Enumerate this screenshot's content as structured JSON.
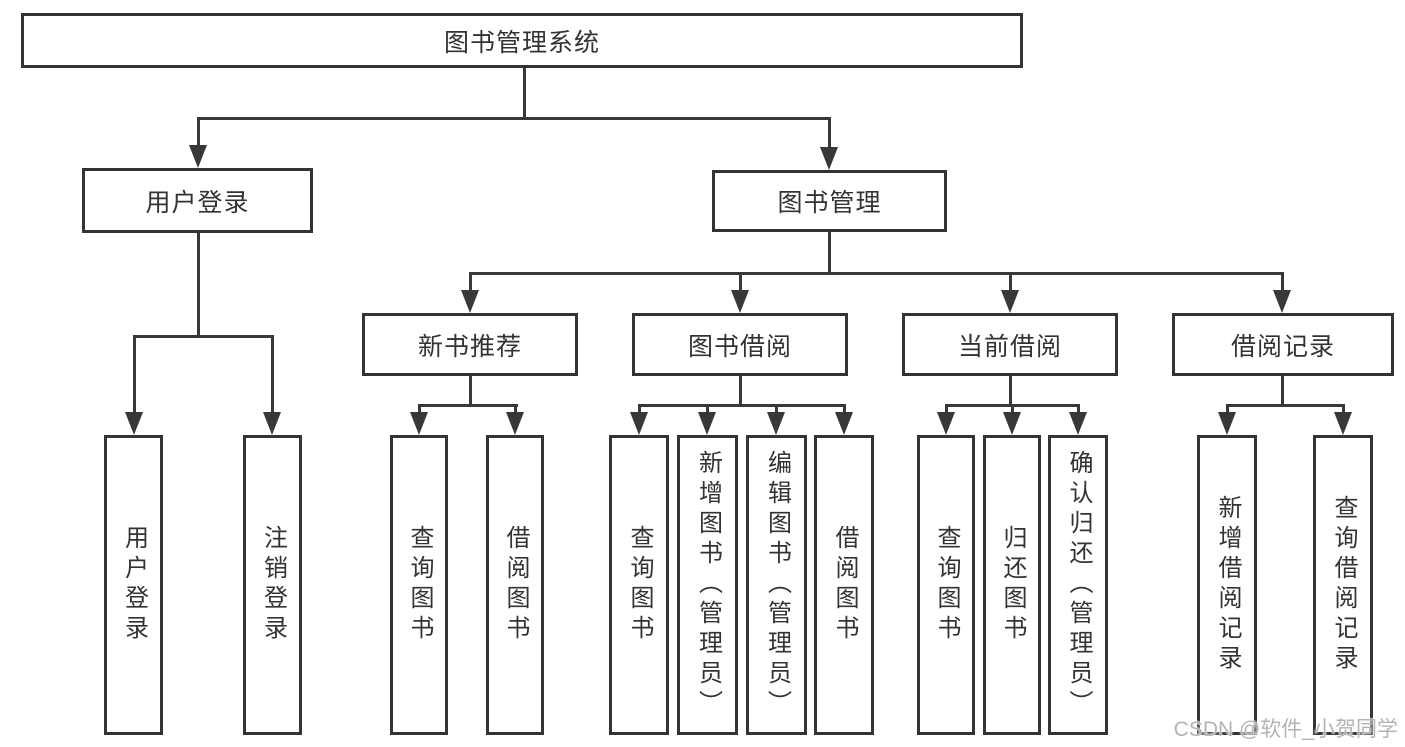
{
  "diagram": {
    "type": "hierarchy-tree",
    "tree": {
      "label": "图书管理系统",
      "children": [
        {
          "label": "用户登录",
          "children": [
            {
              "label": "用户登录"
            },
            {
              "label": "注销登录"
            }
          ]
        },
        {
          "label": "图书管理",
          "children": [
            {
              "label": "新书推荐",
              "children": [
                {
                  "label": "查询图书"
                },
                {
                  "label": "借阅图书"
                }
              ]
            },
            {
              "label": "图书借阅",
              "children": [
                {
                  "label": "查询图书"
                },
                {
                  "label": "新增图书（管理员）"
                },
                {
                  "label": "编辑图书（管理员）"
                },
                {
                  "label": "借阅图书"
                }
              ]
            },
            {
              "label": "当前借阅",
              "children": [
                {
                  "label": "查询图书"
                },
                {
                  "label": "归还图书"
                },
                {
                  "label": "确认归还（管理员）"
                }
              ]
            },
            {
              "label": "借阅记录",
              "children": [
                {
                  "label": "新增借阅记录"
                },
                {
                  "label": "查询借阅记录"
                }
              ]
            }
          ]
        }
      ]
    },
    "colors": {
      "line": "#383838",
      "box_border": "#333333",
      "text": "#333333",
      "watermark": "#b4b4b4",
      "background": "#ffffff"
    }
  },
  "watermark": {
    "text": "CSDN @软件_小贺同学"
  }
}
